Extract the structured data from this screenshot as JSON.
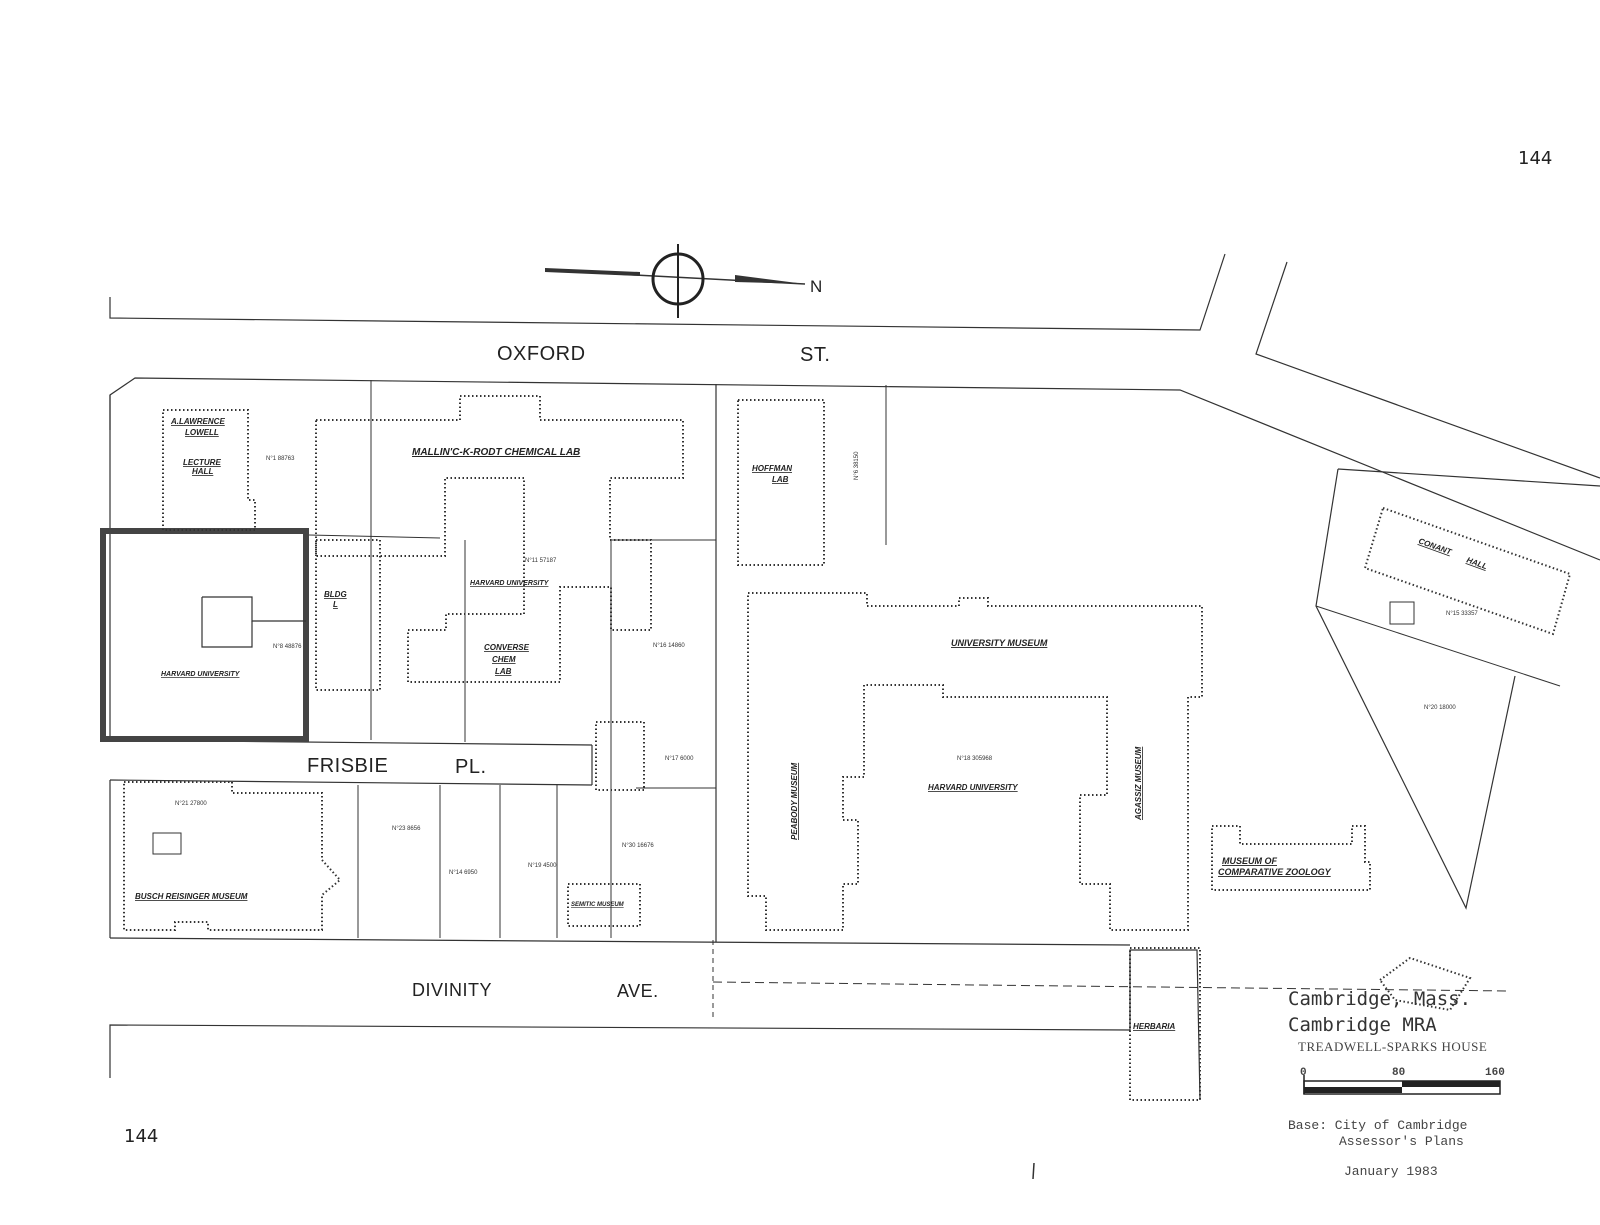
{
  "page_numbers": {
    "top_right": "144",
    "bottom_left": "144"
  },
  "compass": {
    "label": "N"
  },
  "streets": {
    "oxford_1": "OXFORD",
    "oxford_2": "ST.",
    "frisbie_1": "FRISBIE",
    "frisbie_2": "PL.",
    "divinity_1": "DIVINITY",
    "divinity_2": "AVE."
  },
  "buildings": {
    "lowell_1": "A.LAWRENCE",
    "lowell_2": "LOWELL",
    "lowell_3": "LECTURE",
    "lowell_4": "HALL",
    "mallinckrodt": "MALLIN'C-K-RODT  CHEMICAL LAB",
    "hoffman_1": "HOFFMAN",
    "hoffman_2": "LAB",
    "bldg_1": "BLDG",
    "bldg_2": "L",
    "converse_1": "CONVERSE",
    "converse_2": "CHEM",
    "converse_3": "LAB",
    "conant_1": "CONANT",
    "conant_2": "HALL",
    "univ_museum": "UNIVERSITY MUSEUM",
    "peabody": "PEABODY MUSEUM",
    "agassiz": "AGASSIZ MUSEUM",
    "mcz_1": "MUSEUM  OF",
    "mcz_2": "COMPARATIVE ZOOLOGY",
    "busch": "BUSCH REISINGER MUSEUM",
    "herbaria": "HERBARIA",
    "semitic": "SEMITIC MUSEUM"
  },
  "owner_labels": {
    "harvard_univ": "HARVARD UNIVERSITY",
    "harvard_univ_alt": "HARVARD UNIVERSITY",
    "harvard_univ_museum": "HARVARD UNIVERSITY"
  },
  "lots": {
    "lot_1": "N°1  88763",
    "lot_11": "N°11  57187",
    "lot_8": "N°8  48876",
    "lot_16": "N°16  14860",
    "lot_18": "N°18  305968",
    "lot_15": "N°15  33357",
    "lot_17": "N°17  6000",
    "lot_20": "N°20  18000",
    "lot_21": "N°21  27800",
    "lot_23": "N°23  8656",
    "lot_14": "N°14  6950",
    "lot_19": "N°19  4500",
    "lot_30": "N°30  16676",
    "lot_6": "N°6  38150"
  },
  "caption": {
    "city": "Cambridge, Mass.",
    "survey": "Cambridge MRA",
    "property": "TREADWELL-SPARKS HOUSE",
    "base_1": "Base:  City of Cambridge",
    "base_2": "Assessor's Plans",
    "date": "January 1983"
  },
  "scale_bar": {
    "tick_0": "0",
    "tick_1": "80",
    "tick_2": "160"
  }
}
